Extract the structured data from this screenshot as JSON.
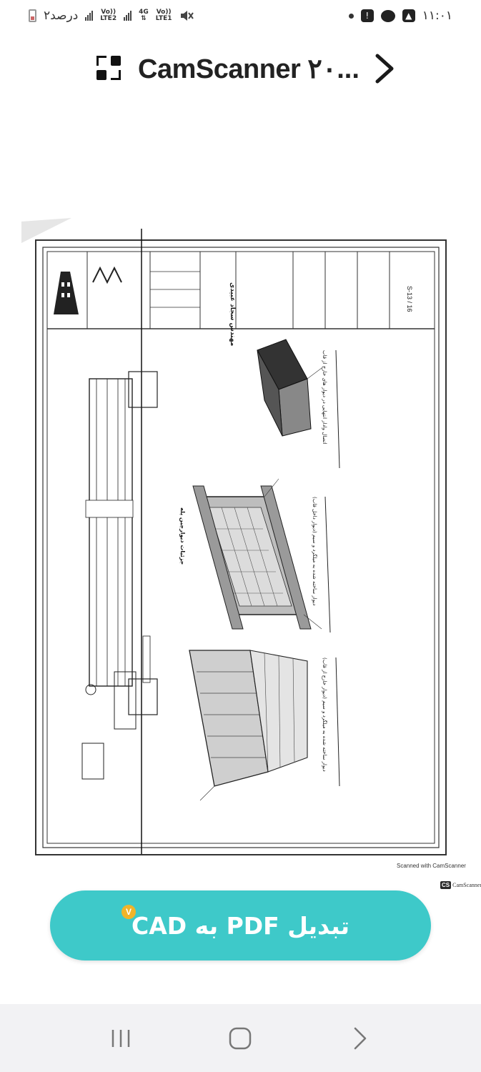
{
  "status_bar": {
    "battery_text": "۲درصد",
    "sim2_label_top": "Vo))",
    "sim2_label_bottom": "LTE2",
    "sim1_network": "4G",
    "sim1_label_top": "Vo))",
    "sim1_label_bottom": "LTE1",
    "time": "۱۱:۰۱"
  },
  "header": {
    "title": "CamScanner ۲۰...",
    "app_icon": "camscanner-icon",
    "next_icon": "chevron-right-icon"
  },
  "document": {
    "scanned_caption": "Scanned with CamScanner",
    "logo_mark": "CS",
    "logo_text": "CamScanner",
    "sheet_number": "S-13 / 16",
    "engineer_name": "مهندس سجاد عبیدی",
    "drawing_title": "جزئیات دیوارچین پله",
    "caption_left": "دیوار ساخته شده به میلگرد و سیم (دیوار خارج از قاب)",
    "caption_center": "دیوار ساخته شده به میلگرد و سیم (دیوار داخل قاب)",
    "caption_right": "اتصال وادار انتهایی در دیوار های خارج از قاب"
  },
  "convert_button": {
    "label": "تبدیل PDF به CAD",
    "badge": "V",
    "color": "#3ec9c9"
  },
  "nav_bar": {
    "recents_icon": "recents-icon",
    "home_icon": "home-icon",
    "back_icon": "back-chevron-icon"
  }
}
